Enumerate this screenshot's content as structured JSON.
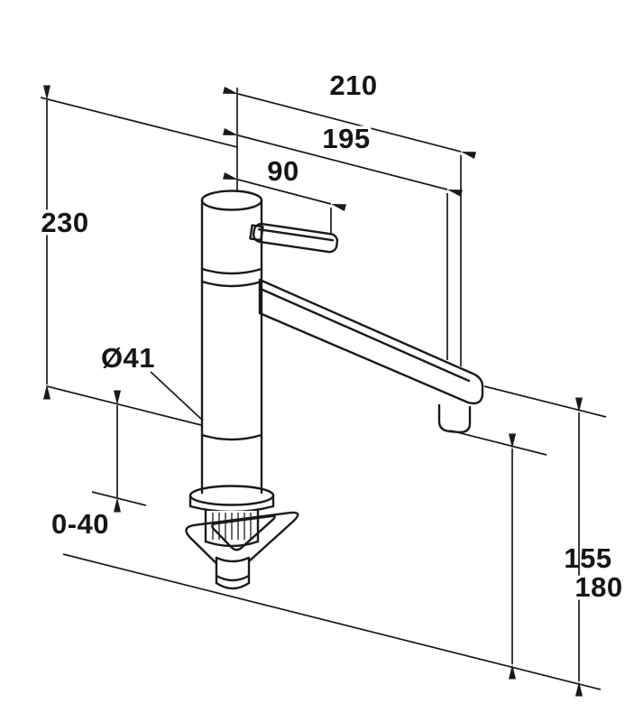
{
  "page": {
    "background_color": "#ffffff",
    "line_color": "#1a1a1a"
  },
  "drawing": {
    "type": "technical dimension drawing",
    "subject": "single-lever mixer tap with under-deck mounting set"
  },
  "dimensions": {
    "spout_reach_overall": "210",
    "spout_reach_to_outlet": "195",
    "handle_length": "90",
    "total_height": "230",
    "body_diameter": "Ø41",
    "deck_thickness_range": "0-40",
    "outlet_height": "155",
    "spout_height": "180"
  }
}
